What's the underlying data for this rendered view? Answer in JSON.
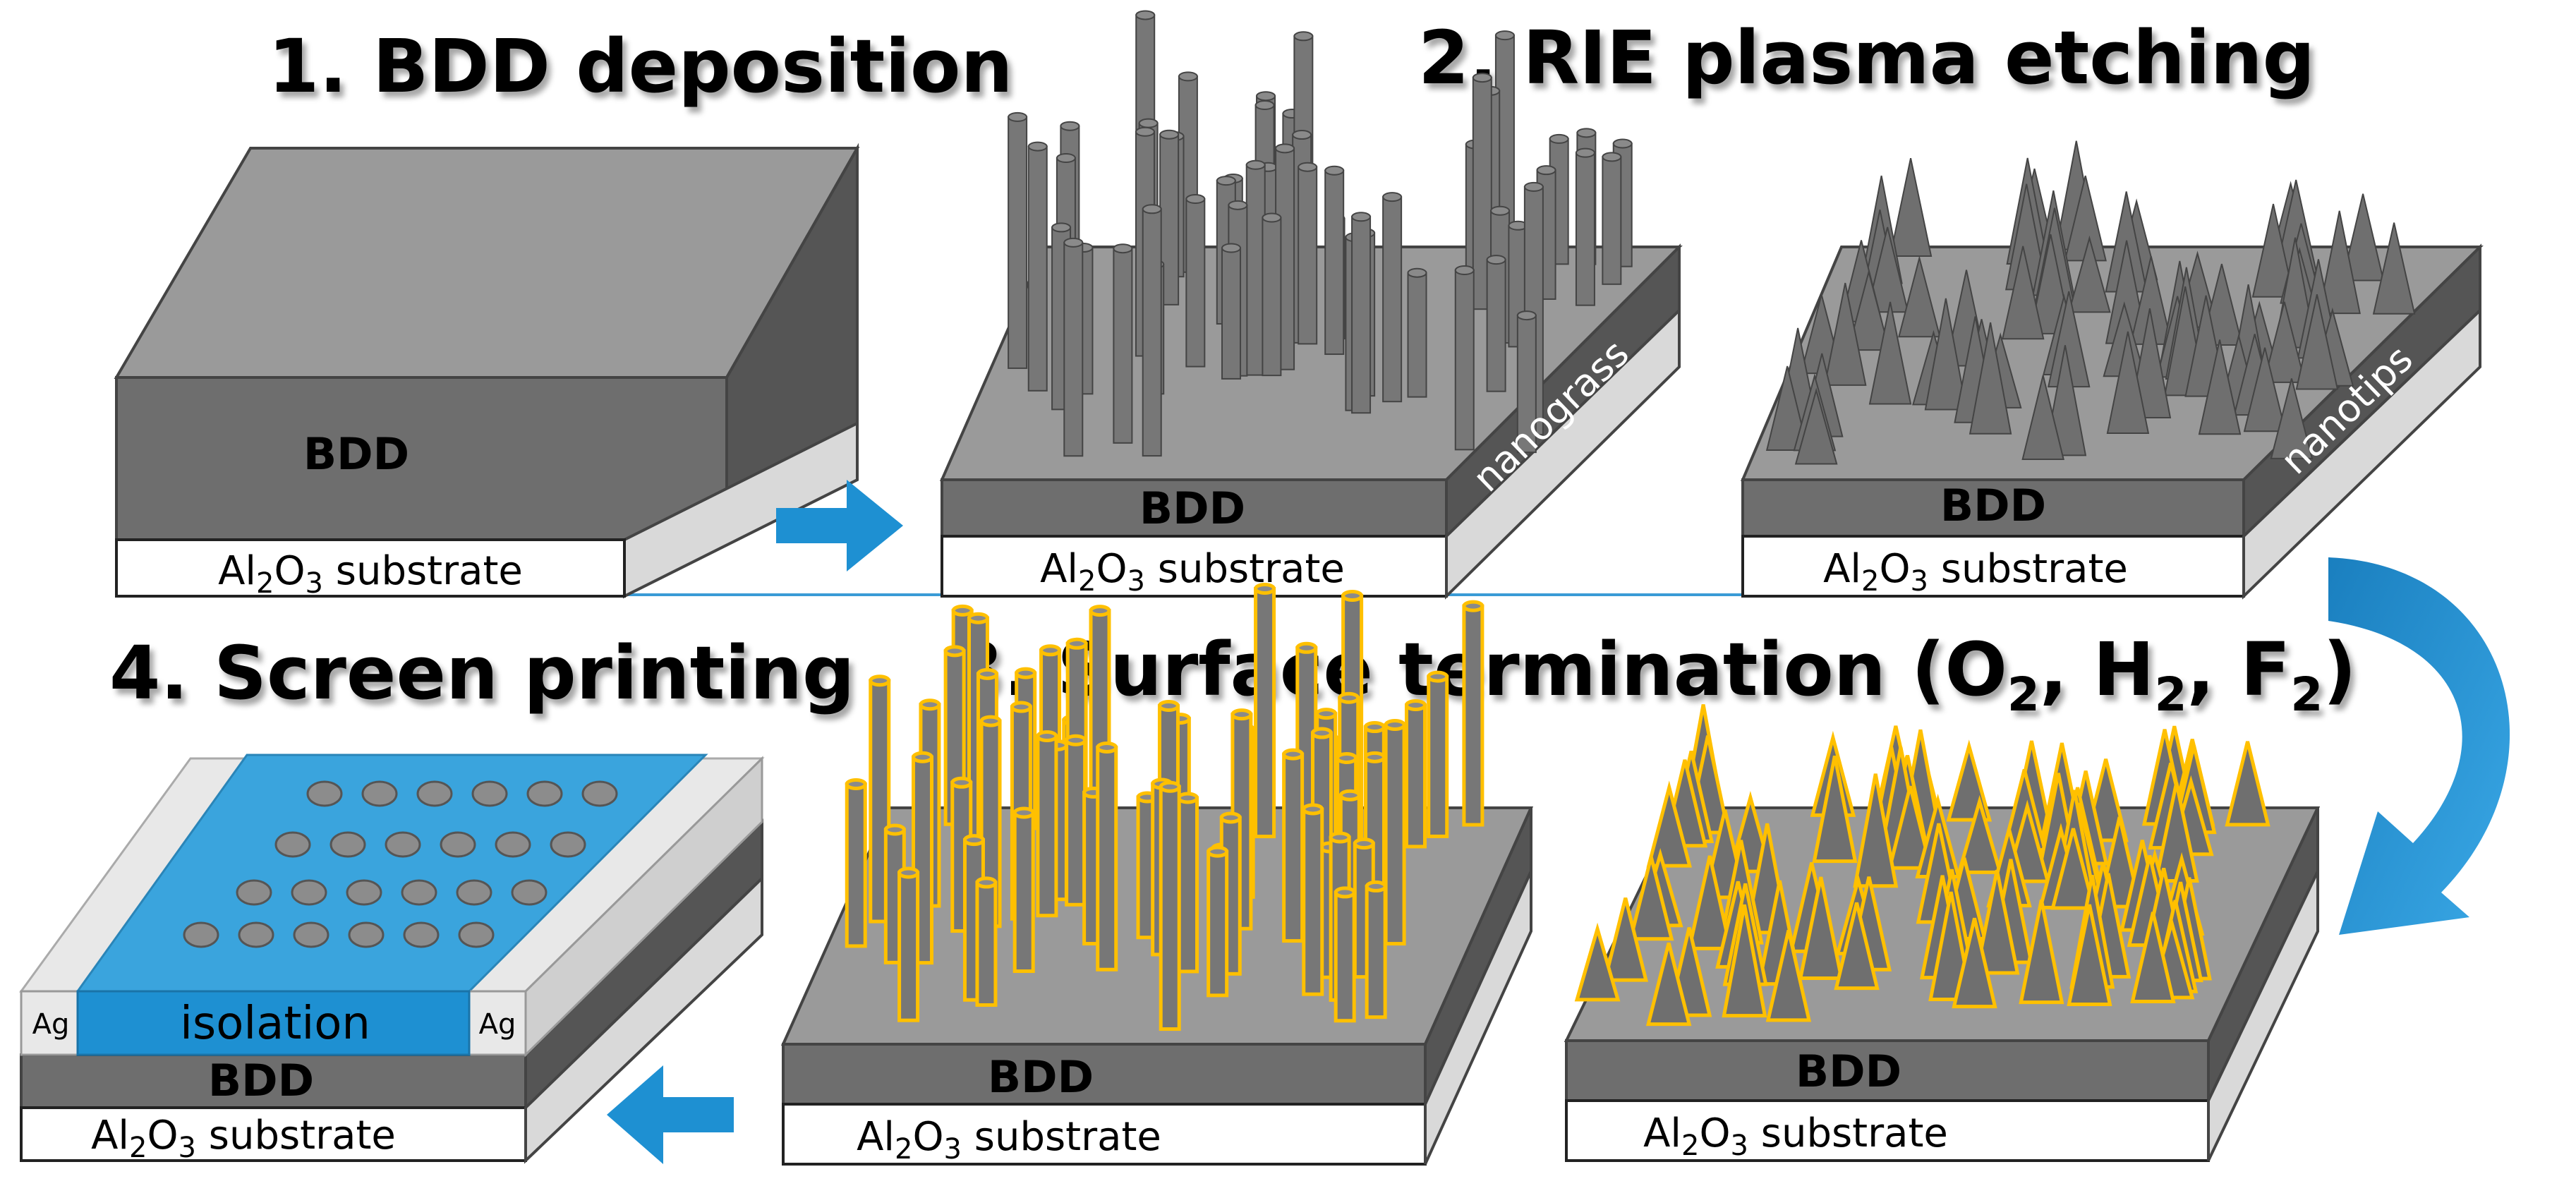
{
  "titles": {
    "step1": "1. BDD deposition",
    "step2": "2. RIE plasma etching",
    "step3_prefix": "3. Surface termination (O",
    "step3_o_sub": "2",
    "step3_h": ", H",
    "step3_h_sub": "2",
    "step3_f": ", F",
    "step3_f_sub": "2",
    "step3_suffix": ")",
    "step4": "4. Screen printing"
  },
  "labels": {
    "bdd": "BDD",
    "substrate_al": "Al",
    "substrate_sub": "2",
    "substrate_o": "O",
    "substrate_sub2": "3",
    "substrate_word": " substrate",
    "nanograss": "nanograss",
    "nanotips": "nanotips",
    "isolation": "isolation",
    "ag": "Ag"
  },
  "colors": {
    "bdd_front": "#6e6e6e",
    "bdd_top": "#9a9a9a",
    "bdd_side": "#555555",
    "substrate_front": "#ffffff",
    "substrate_side": "#d9d9d9",
    "arrow": "#1e90d2",
    "termination": "#ffc000",
    "isolation": "#3aa4dd",
    "ag": "#e8e8e8"
  },
  "icons": {
    "arrow_right": "right-arrow-icon",
    "arrow_curve": "curved-arrow-icon",
    "arrow_left": "left-arrow-icon"
  }
}
